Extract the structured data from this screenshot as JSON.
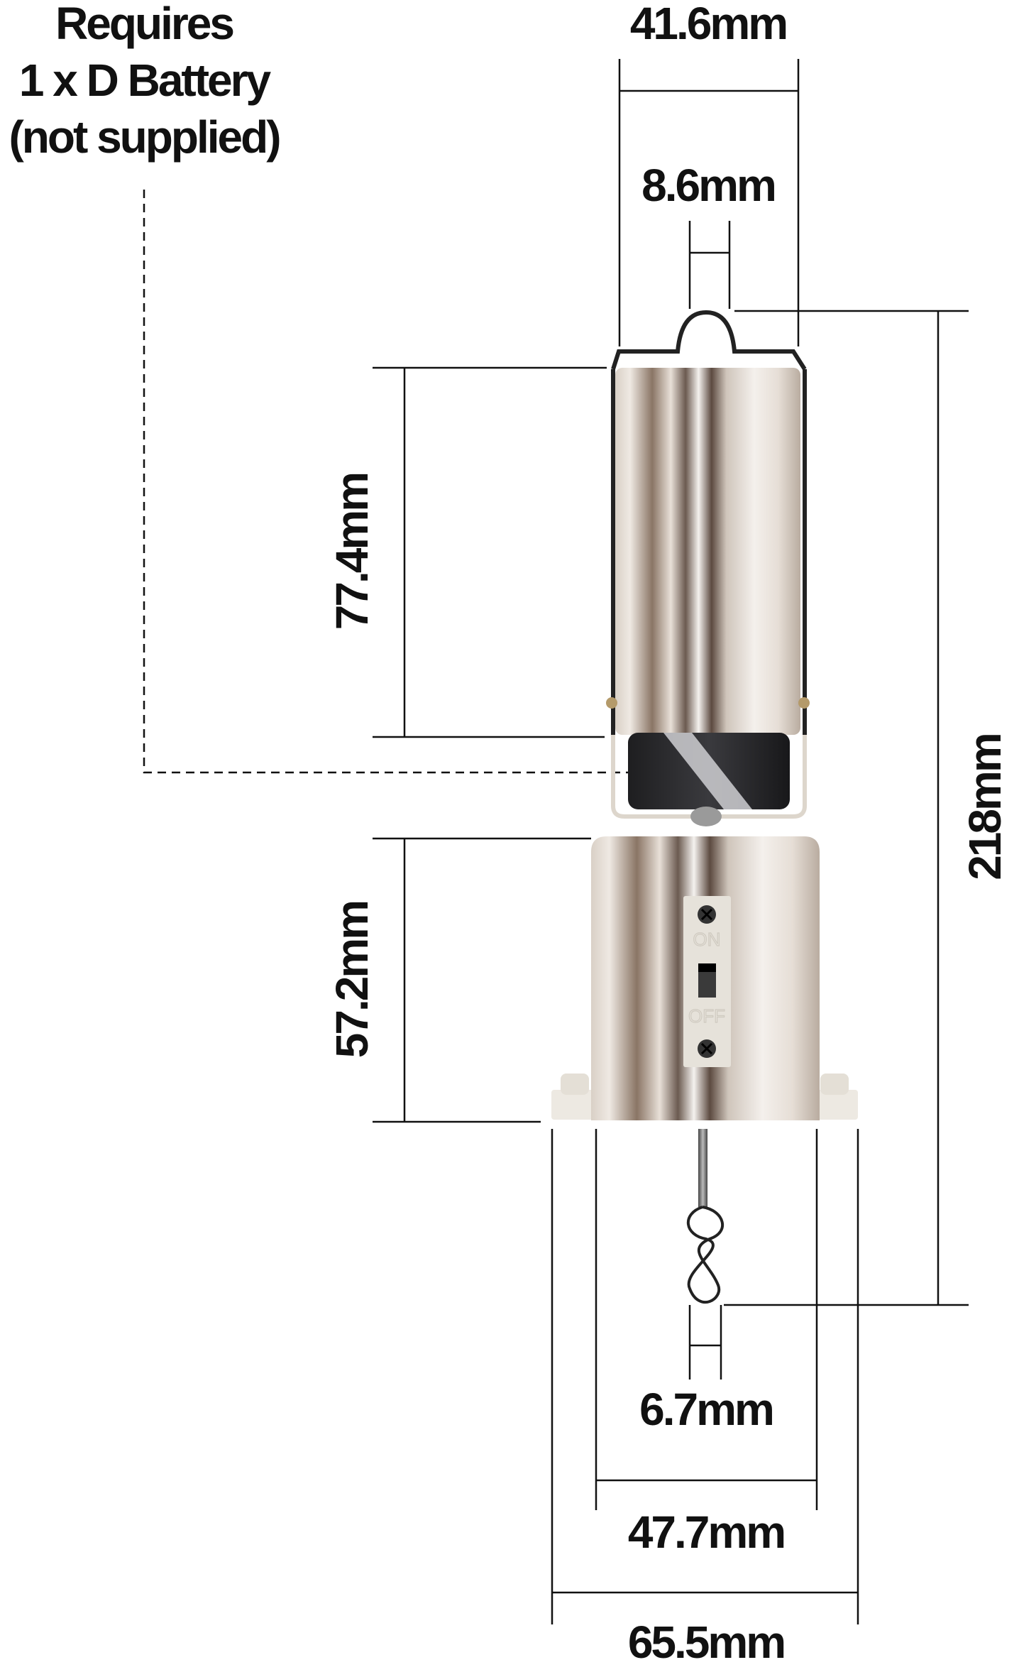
{
  "note": {
    "lines": [
      "Requires",
      "1 x D Battery",
      "(not supplied)"
    ]
  },
  "dimensions": {
    "top_width": "41.6mm",
    "hook_width": "8.6mm",
    "total_height": "218mm",
    "battery_housing_height": "77.4mm",
    "motor_housing_height": "57.2mm",
    "clip_width": "6.7mm",
    "motor_housing_width": "47.7mm",
    "base_width": "65.5mm"
  },
  "switch": {
    "on_label": "ON",
    "off_label": "OFF"
  },
  "colors": {
    "line": "#111111",
    "chrome_dark": "#5a4a40",
    "chrome_light": "#f2eee9",
    "plate": "#e6e2da",
    "battery": "#2c2c2e"
  }
}
